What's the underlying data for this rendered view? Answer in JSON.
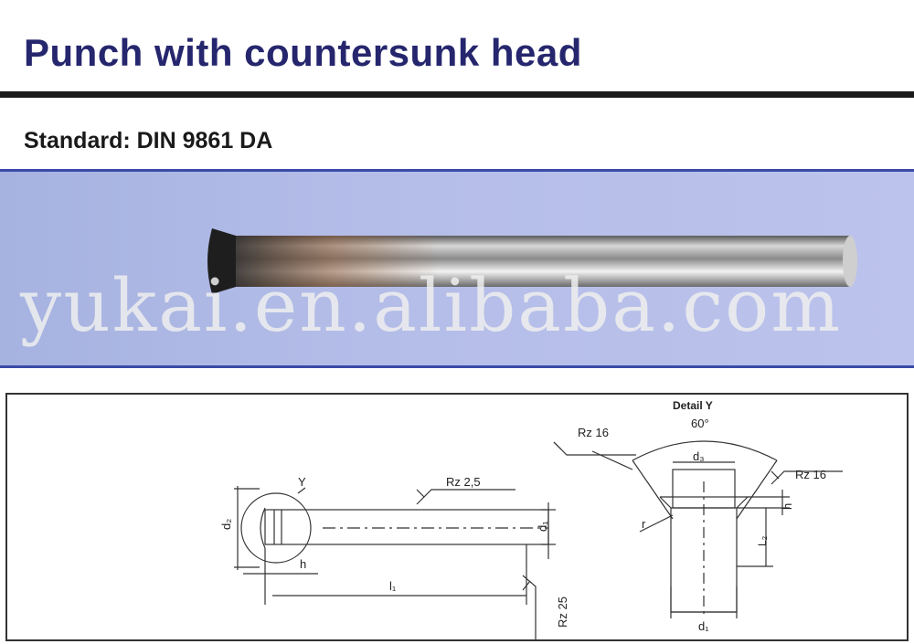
{
  "header": {
    "title": "Punch with countersunk head",
    "standard": "Standard: DIN 9861 DA"
  },
  "photo": {
    "watermark": "yukai.en.alibaba.com"
  },
  "drawing": {
    "labels": {
      "d2": "d₂",
      "y": "Y",
      "h_left": "h",
      "l1": "l₁",
      "d1_left": "d₁",
      "rz25_top": "Rz 2,5",
      "rz25_vertical": "Rz 25",
      "detail_title": "Detail Y",
      "angle": "60°",
      "rz16_left": "Rz 16",
      "rz16_right": "Rz 16",
      "d3": "d₃",
      "h_right": "h",
      "r": "r",
      "l2": "L₂",
      "d1_right": "d₁"
    }
  },
  "colors": {
    "title": "#26266e",
    "photo_bg": "#b4bde8",
    "photo_border": "#3a4aa8",
    "line": "#333333"
  }
}
